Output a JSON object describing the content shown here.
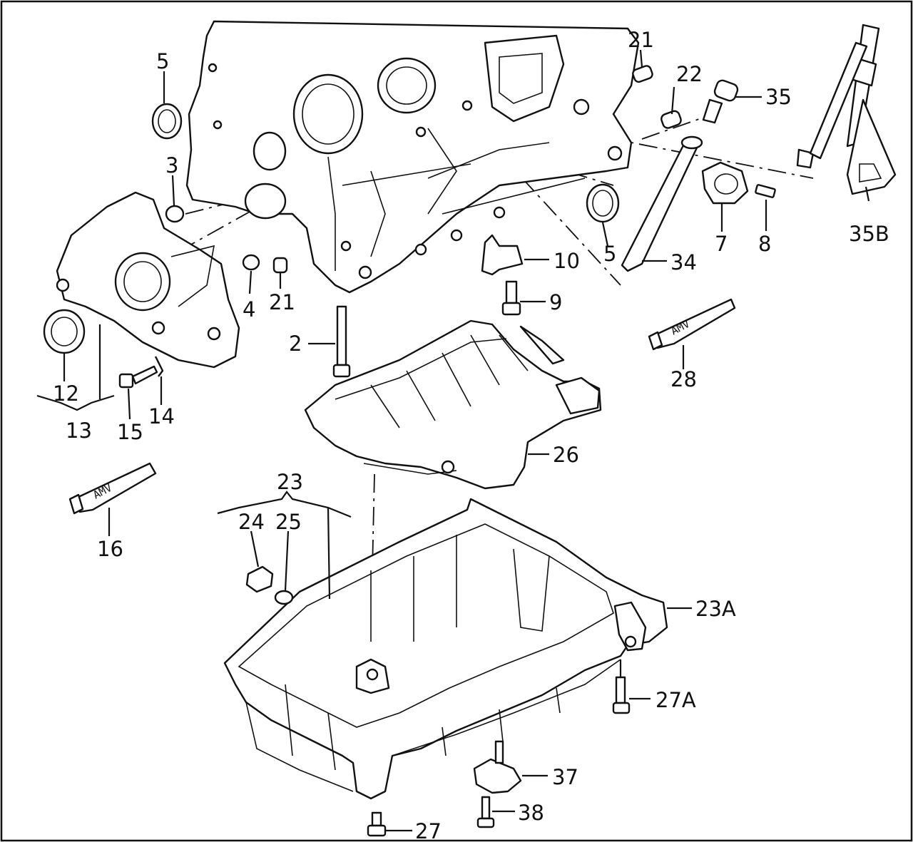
{
  "callouts": {
    "c5a": "5",
    "c3": "3",
    "c21a": "21",
    "c22": "22",
    "c35": "35",
    "c35b": "35B",
    "c7": "7",
    "c8": "8",
    "c5b": "5",
    "c34": "34",
    "c10": "10",
    "c9": "9",
    "c4": "4",
    "c21b": "21",
    "c2": "2",
    "c12": "12",
    "c13": "13",
    "c14": "14",
    "c15": "15",
    "c28": "28",
    "c26": "26",
    "c16": "16",
    "c23": "23",
    "c24": "24",
    "c25": "25",
    "c23a": "23A",
    "c27a": "27A",
    "c37": "37",
    "c38": "38",
    "c27": "27"
  },
  "tubes": {
    "tube28": "AMV",
    "tube16": "AMV"
  }
}
